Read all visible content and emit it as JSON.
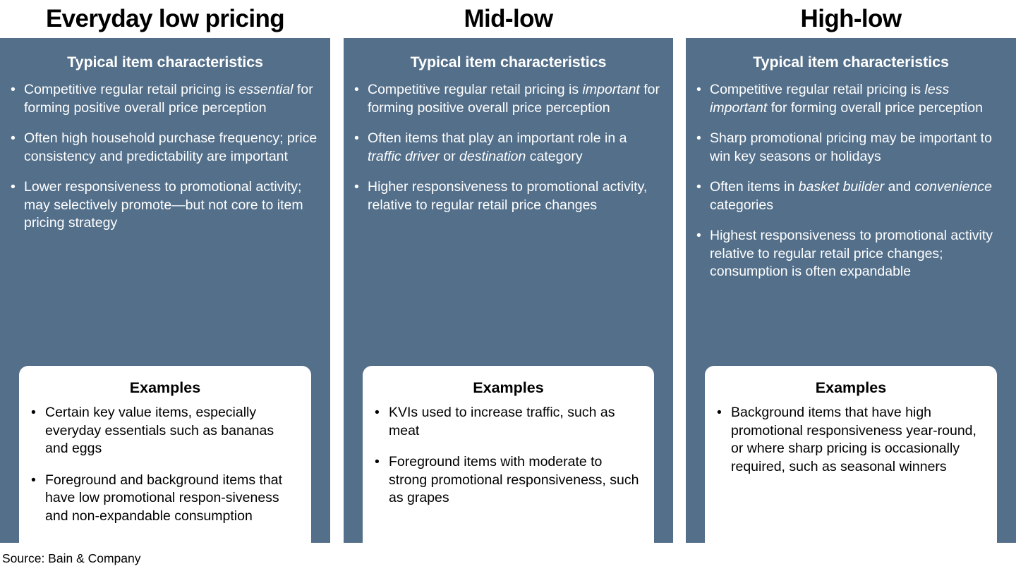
{
  "slide": {
    "background_color": "#ffffff",
    "panel_color": "#536F8A",
    "panel_text_color": "#ffffff",
    "box_color": "#ffffff",
    "bullet_glyph": "•",
    "source_note": "Source: Bain & Company"
  },
  "columns": [
    {
      "title": "Everyday low pricing",
      "panel_heading": "Typical item characteristics",
      "bullets": [
        {
          "parts": [
            {
              "text": "Competitive regular retail pricing is ",
              "italic": false
            },
            {
              "text": "essential",
              "italic": true
            },
            {
              "text": " for forming positive overall price perception",
              "italic": false
            }
          ]
        },
        {
          "parts": [
            {
              "text": "Often high household purchase frequency; price consistency and predictability are important",
              "italic": false
            }
          ]
        },
        {
          "parts": [
            {
              "text": "Lower responsiveness to promotional activity; may selectively promote—but not core to item pricing strategy",
              "italic": false
            }
          ]
        }
      ],
      "examples_title": "Examples",
      "examples": [
        {
          "parts": [
            {
              "text": "Certain key value items, especially everyday essentials such as bananas and eggs",
              "italic": false
            }
          ]
        },
        {
          "parts": [
            {
              "text": "Foreground and background items that have low promotional respon-siveness and non-expandable consumption",
              "italic": false
            }
          ]
        }
      ]
    },
    {
      "title": "Mid-low",
      "panel_heading": "Typical item characteristics",
      "bullets": [
        {
          "parts": [
            {
              "text": "Competitive regular retail pricing is ",
              "italic": false
            },
            {
              "text": "important",
              "italic": true
            },
            {
              "text": " for forming positive overall price perception",
              "italic": false
            }
          ]
        },
        {
          "parts": [
            {
              "text": "Often items that play an important role in a ",
              "italic": false
            },
            {
              "text": "traffic driver",
              "italic": true
            },
            {
              "text": " or ",
              "italic": false
            },
            {
              "text": "destination",
              "italic": true
            },
            {
              "text": " category",
              "italic": false
            }
          ]
        },
        {
          "parts": [
            {
              "text": "Higher responsiveness to promotional activity, relative to regular retail price changes",
              "italic": false
            }
          ]
        }
      ],
      "examples_title": "Examples",
      "examples": [
        {
          "parts": [
            {
              "text": "KVIs used to increase traffic, such as meat",
              "italic": false
            }
          ]
        },
        {
          "parts": [
            {
              "text": "Foreground items with moderate to strong promotional responsiveness, such as grapes",
              "italic": false
            }
          ]
        }
      ]
    },
    {
      "title": "High-low",
      "panel_heading": "Typical item characteristics",
      "bullets": [
        {
          "parts": [
            {
              "text": "Competitive regular retail pricing is ",
              "italic": false
            },
            {
              "text": "less important",
              "italic": true
            },
            {
              "text": " for forming overall price perception",
              "italic": false
            }
          ]
        },
        {
          "parts": [
            {
              "text": "Sharp promotional pricing may be important to win key seasons or holidays",
              "italic": false
            }
          ]
        },
        {
          "parts": [
            {
              "text": "Often items in ",
              "italic": false
            },
            {
              "text": "basket builder",
              "italic": true
            },
            {
              "text": " and ",
              "italic": false
            },
            {
              "text": "convenience",
              "italic": true
            },
            {
              "text": " categories",
              "italic": false
            }
          ]
        },
        {
          "parts": [
            {
              "text": "Highest responsiveness to promotional activity relative to regular retail price changes; consumption is often expandable",
              "italic": false
            }
          ]
        }
      ],
      "examples_title": "Examples",
      "examples": [
        {
          "parts": [
            {
              "text": "Background items that have high promotional responsiveness year-round, or where sharp pricing is occasionally required, such as seasonal winners",
              "italic": false
            }
          ]
        }
      ]
    }
  ]
}
